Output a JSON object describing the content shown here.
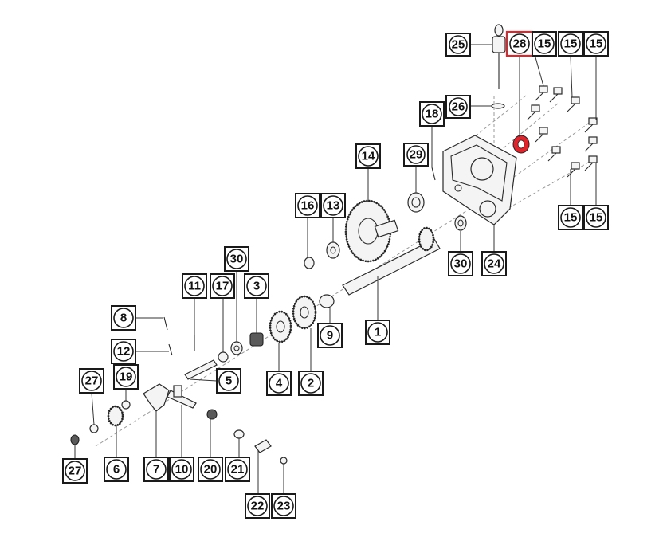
{
  "callouts": [
    {
      "id": "c25",
      "label": "25"
    },
    {
      "id": "c28",
      "label": "28",
      "highlight": true
    },
    {
      "id": "c15a",
      "label": "15"
    },
    {
      "id": "c15b",
      "label": "15"
    },
    {
      "id": "c15c",
      "label": "15"
    },
    {
      "id": "c26",
      "label": "26"
    },
    {
      "id": "c18",
      "label": "18"
    },
    {
      "id": "c29",
      "label": "29"
    },
    {
      "id": "c14",
      "label": "14"
    },
    {
      "id": "c16",
      "label": "16"
    },
    {
      "id": "c13",
      "label": "13"
    },
    {
      "id": "c15d",
      "label": "15"
    },
    {
      "id": "c15e",
      "label": "15"
    },
    {
      "id": "c30a",
      "label": "30"
    },
    {
      "id": "c24",
      "label": "24"
    },
    {
      "id": "c30b",
      "label": "30"
    },
    {
      "id": "c11",
      "label": "11"
    },
    {
      "id": "c17",
      "label": "17"
    },
    {
      "id": "c3",
      "label": "3"
    },
    {
      "id": "c8",
      "label": "8"
    },
    {
      "id": "c9",
      "label": "9"
    },
    {
      "id": "c1",
      "label": "1"
    },
    {
      "id": "c12",
      "label": "12"
    },
    {
      "id": "c5",
      "label": "5"
    },
    {
      "id": "c4",
      "label": "4"
    },
    {
      "id": "c2",
      "label": "2"
    },
    {
      "id": "c27a",
      "label": "27"
    },
    {
      "id": "c19",
      "label": "19"
    },
    {
      "id": "c27b",
      "label": "27"
    },
    {
      "id": "c6",
      "label": "6"
    },
    {
      "id": "c7",
      "label": "7"
    },
    {
      "id": "c10",
      "label": "10"
    },
    {
      "id": "c20",
      "label": "20"
    },
    {
      "id": "c21",
      "label": "21"
    },
    {
      "id": "c22",
      "label": "22"
    },
    {
      "id": "c23",
      "label": "23"
    }
  ],
  "colors": {
    "highlight": "#e0242b",
    "ink": "#1a1a1a"
  }
}
